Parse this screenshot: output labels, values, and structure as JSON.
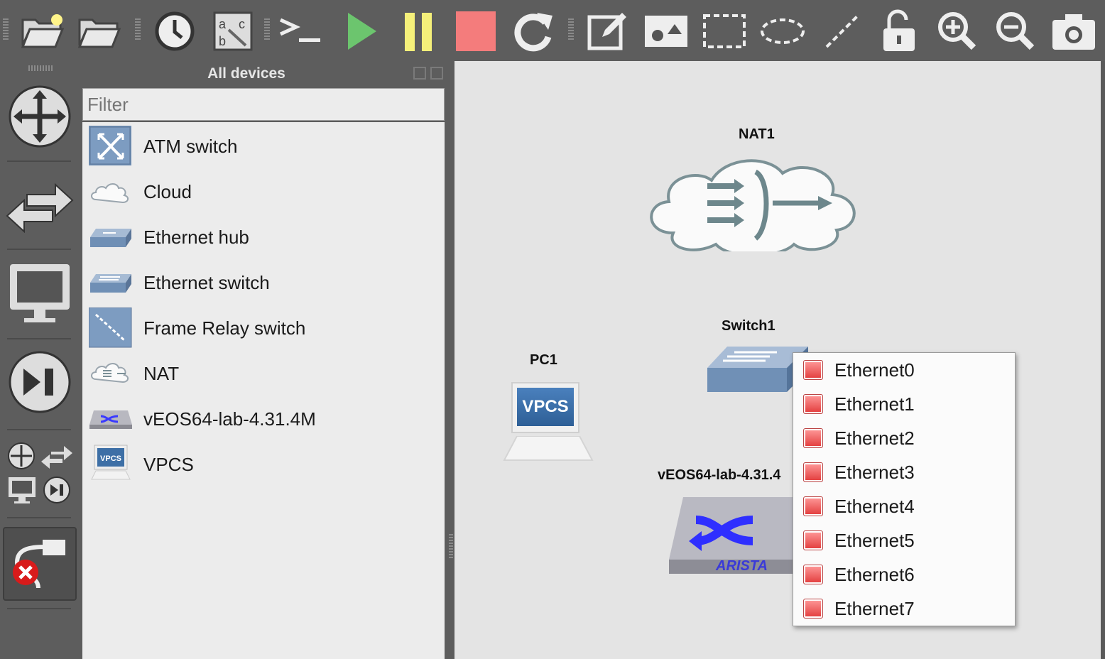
{
  "toolbar": {
    "buttons": [
      "open-project-icon",
      "folder-icon",
      "clock-icon",
      "abc-text-icon",
      "console-icon",
      "play-icon",
      "pause-icon",
      "stop-icon",
      "reload-icon",
      "note-edit-icon",
      "image-icon",
      "rectangle-icon",
      "ellipse-icon",
      "line-icon",
      "unlock-icon",
      "zoom-in-icon",
      "zoom-out-icon",
      "screenshot-icon"
    ],
    "colors": {
      "play": "#6cc56e",
      "pause": "#f5f07a",
      "stop": "#f47c7c"
    },
    "console_glyph": ">_"
  },
  "dock": {
    "title": "All devices",
    "filter_placeholder": "Filter",
    "devices": [
      {
        "label": "ATM switch",
        "icon": "atm-switch-icon"
      },
      {
        "label": "Cloud",
        "icon": "cloud-icon"
      },
      {
        "label": "Ethernet hub",
        "icon": "ethernet-hub-icon"
      },
      {
        "label": "Ethernet switch",
        "icon": "ethernet-switch-icon"
      },
      {
        "label": "Frame Relay switch",
        "icon": "frame-relay-switch-icon"
      },
      {
        "label": "NAT",
        "icon": "nat-icon"
      },
      {
        "label": "vEOS64-lab-4.31.4M",
        "icon": "arista-icon"
      },
      {
        "label": "VPCS",
        "icon": "vpcs-icon"
      }
    ]
  },
  "canvas": {
    "nodes": {
      "nat": "NAT1",
      "switch": "Switch1",
      "pc": "PC1",
      "veos": "vEOS64-lab-4.31.4",
      "vpcs_screen": "VPCS",
      "arista_brand": "ARISTA"
    }
  },
  "context_menu": {
    "items": [
      "Ethernet0",
      "Ethernet1",
      "Ethernet2",
      "Ethernet3",
      "Ethernet4",
      "Ethernet5",
      "Ethernet6",
      "Ethernet7"
    ]
  }
}
